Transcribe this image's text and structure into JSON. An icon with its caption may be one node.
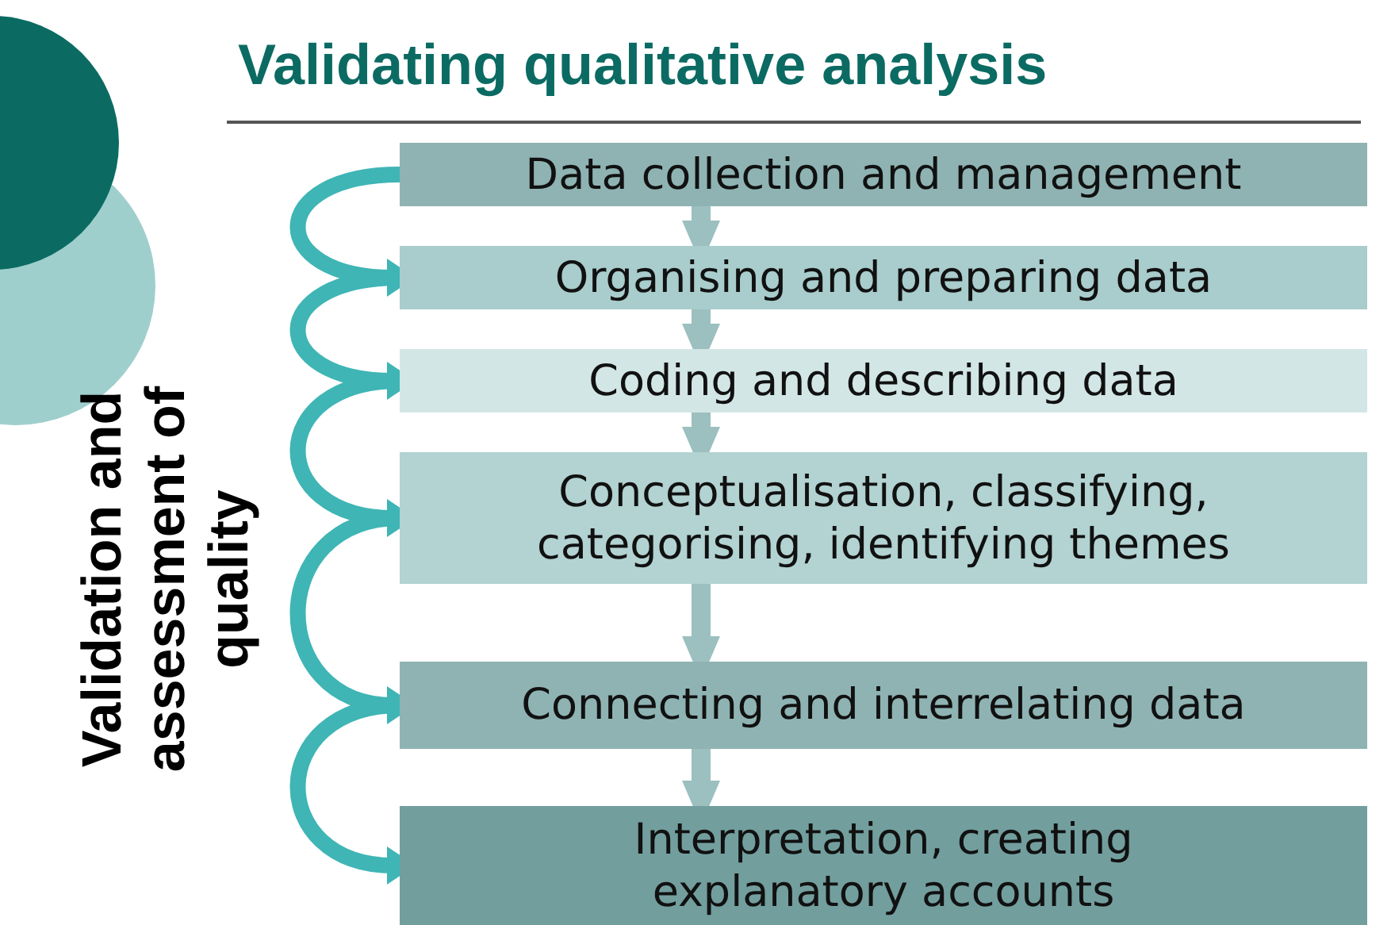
{
  "diagram": {
    "title": "Validating qualitative analysis",
    "nodes": [
      {
        "text": [
          "Data collection and management"
        ]
      },
      {
        "text": [
          "Organising and preparing data"
        ]
      },
      {
        "text": [
          "Coding and describing data"
        ]
      },
      {
        "text": [
          "Conceptualisation, classifying, categorising, identifying themes"
        ]
      },
      {
        "text": [
          "Connecting and interrelating data"
        ]
      },
      {
        "text": [
          "Interpretation, creating explanatory accounts"
        ]
      }
    ],
    "edges": [
      {
        "from": 0,
        "to": 1,
        "arrow": "to"
      },
      {
        "from": 1,
        "to": 2,
        "arrow": "to"
      },
      {
        "from": 2,
        "to": 3,
        "arrow": "to"
      },
      {
        "from": 3,
        "to": 4,
        "arrow": "to"
      },
      {
        "from": 4,
        "to": 5,
        "arrow": "to"
      },
      {
        "from": 0,
        "to": 1,
        "arrow": "to",
        "color": "#3fb5b5"
      },
      {
        "from": 1,
        "to": 2,
        "arrow": "to",
        "color": "#3fb5b5"
      },
      {
        "from": 2,
        "to": 3,
        "arrow": "to",
        "color": "#3fb5b5"
      },
      {
        "from": 3,
        "to": 4,
        "arrow": "to",
        "color": "#3fb5b5"
      },
      {
        "from": 4,
        "to": 5,
        "arrow": "to",
        "color": "#3fb5b5"
      }
    ],
    "labels": [
      "Validation and assessment of quality"
    ]
  }
}
